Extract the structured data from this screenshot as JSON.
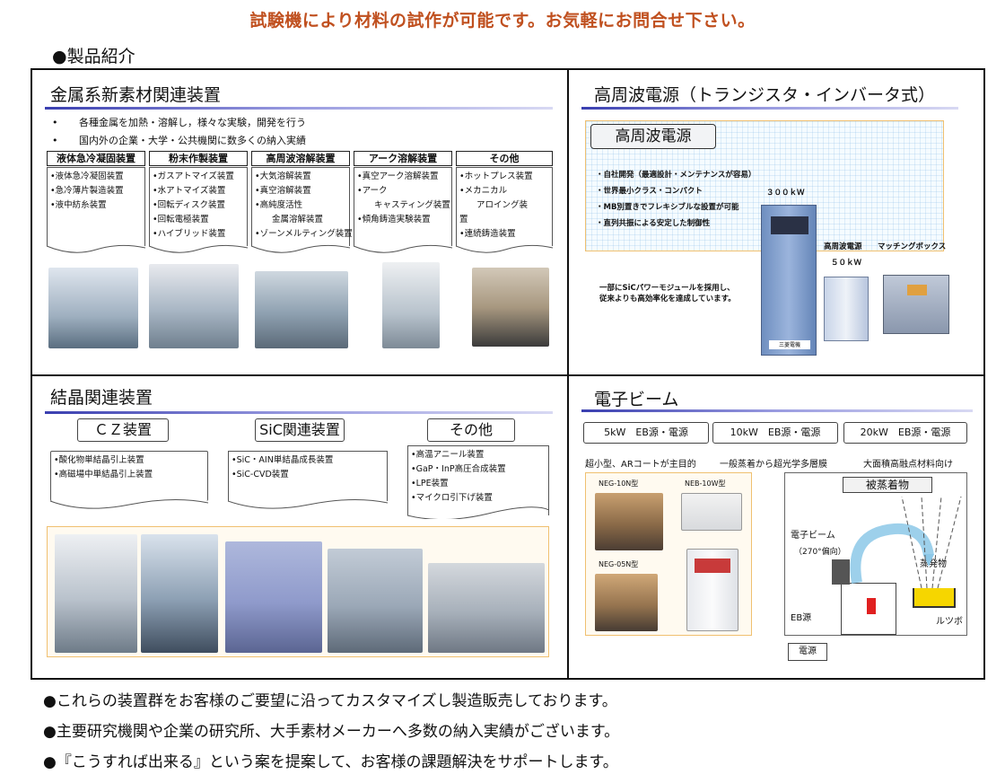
{
  "banner": "試験機により材料の試作が可能です。お気軽にお問合せ下さい。",
  "intro": "●製品紹介",
  "metal": {
    "title": "金属系新素材関連装置",
    "bullets": [
      "各種金属を加熱・溶解し，様々な実験，開発を行う",
      "国内外の企業・大学・公共機関に数多くの納入実績"
    ],
    "cats": [
      {
        "label": "液体急冷凝固装置",
        "items": [
          "•液体急冷凝固装置",
          "•急冷薄片製造装置",
          "•液中紡糸装置"
        ]
      },
      {
        "label": "粉末作製装置",
        "items": [
          "•ガスアトマイズ装置",
          "•水アトマイズ装置",
          "•回転ディスク装置",
          "•回転電極装置",
          "•ハイブリッド装置"
        ]
      },
      {
        "label": "高周波溶解装置",
        "items": [
          "•大気溶解装置",
          "•真空溶解装置",
          "•高純度活性",
          "　　金属溶解装置",
          "•ゾーンメルティング装置"
        ]
      },
      {
        "label": "アーク溶解装置",
        "items": [
          "•真空アーク溶解装置",
          "•アーク",
          "　　キャスティング装置",
          "•傾角鋳造実験装置"
        ]
      },
      {
        "label": "その他",
        "items": [
          "•ホットプレス装置",
          "•メカニカル",
          "　　アロイング装",
          "置",
          "•連続鋳造装置"
        ]
      }
    ]
  },
  "hf": {
    "title": "高周波電源（トランジスタ・インバータ式）",
    "subtitle": "高周波電源",
    "features": [
      "・自社開発（最適設計・メンテナンスが容易）",
      "・世界最小クラス・コンパクト",
      "・MB別置きでフレキシブルな設置が可能",
      "・直列共振による安定した制御性"
    ],
    "note": [
      "一部にSiCパワーモジュールを採用し、",
      "従来よりも高効率化を達成しています。"
    ],
    "label_300": "３００ｋＷ",
    "label_hf": "高周波電源",
    "label_50": "５０ｋＷ",
    "label_mb": "マッチングボックス",
    "plate": "三菱電機"
  },
  "crystal": {
    "title": "結晶関連装置",
    "cats": [
      {
        "label": "ＣＺ装置",
        "items": [
          "•酸化物単結晶引上装置",
          "•高磁場中単結晶引上装置"
        ]
      },
      {
        "label": "SiC関連装置",
        "items": [
          "•SiC・AIN単結晶成長装置",
          "•SiC-CVD装置"
        ]
      },
      {
        "label": "その他",
        "items": [
          "•高温アニール装置",
          "•GaP・InP高圧合成装置",
          "•LPE装置",
          "•マイクロ引下げ装置"
        ]
      }
    ]
  },
  "eb": {
    "title": "電子ビーム",
    "tags": [
      "5kW　EB源・電源",
      "10kW　EB源・電源",
      "20kW　EB源・電源"
    ],
    "descs": [
      "超小型、ARコートが主目的",
      "一般蒸着から超光学多層膜",
      "大面積高融点材料向け"
    ],
    "models": [
      "NEG-10N型",
      "NEB-10W型",
      "NEG-05N型"
    ],
    "diagram": {
      "target": "被蒸着物",
      "beam": "電子ビーム",
      "deflect": "（270°偏向）",
      "vapor": "蒸発物",
      "source": "EB源",
      "crucible": "ルツボ",
      "power": "電源"
    }
  },
  "footer": [
    "●これらの装置群をお客様のご要望に沿ってカスタマイズし製造販売しております。",
    "●主要研究機関や企業の研究所、大手素材メーカーへ多数の納入実績がございます。",
    "●『こうすれば出来る』という案を提案して、お客様の課題解決をサポートします。"
  ],
  "colors": {
    "banner": "#c0501f",
    "bar": "#3a3fb0",
    "panel_border": "#111111"
  }
}
